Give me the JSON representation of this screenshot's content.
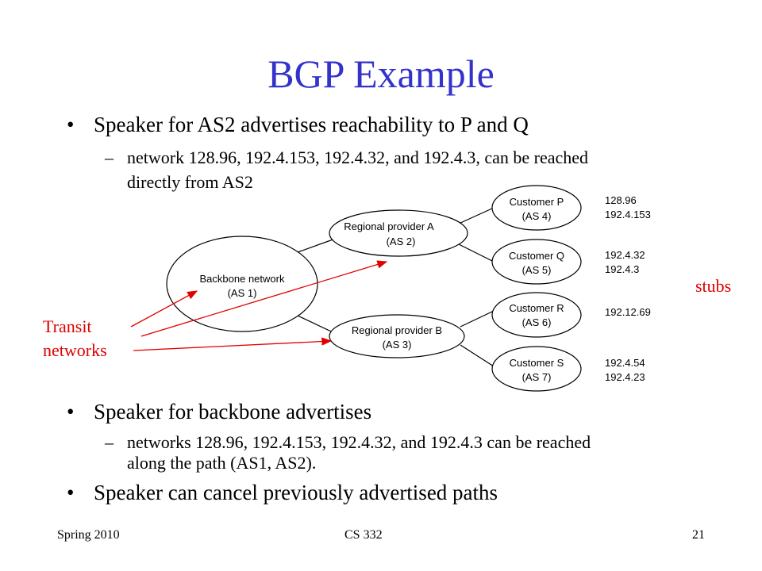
{
  "slide": {
    "title": "BGP Example",
    "bullets": {
      "b1": "Speaker for AS2 advertises reachability to P and Q",
      "s1_line1": "network 128.96, 192.4.153, 192.4.32, and 192.4.3, can be reached",
      "s1_line2": "directly from AS2",
      "b2": "Speaker for backbone advertises",
      "s2_line1": "networks 128.96, 192.4.153, 192.4.32, and 192.4.3 can be reached",
      "s2_line2": "along the path (AS1, AS2).",
      "b3": "Speaker can cancel previously advertised paths",
      "bullet_glyph": "•",
      "dash_glyph": "–"
    },
    "diagram": {
      "backbone": {
        "line1": "Backbone network",
        "line2": "(AS 1)"
      },
      "provider_a": {
        "line1": "Regional provider A",
        "line2": "(AS 2)"
      },
      "provider_b": {
        "line1": "Regional provider B",
        "line2": "(AS 3)"
      },
      "customer_p": {
        "line1": "Customer P",
        "line2": "(AS 4)"
      },
      "customer_q": {
        "line1": "Customer Q",
        "line2": "(AS 5)"
      },
      "customer_r": {
        "line1": "Customer R",
        "line2": "(AS 6)"
      },
      "customer_s": {
        "line1": "Customer S",
        "line2": "(AS 7)"
      },
      "nets_p": [
        "128.96",
        "192.4.153"
      ],
      "nets_q": [
        "192.4.32",
        "192.4.3"
      ],
      "nets_r": [
        "192.12.69"
      ],
      "nets_s": [
        "192.4.54",
        "192.4.23"
      ],
      "transit_line1": "Transit",
      "transit_line2": "networks",
      "stubs": "stubs",
      "arrow_color": "#e00000"
    },
    "footer": {
      "left": "Spring 2010",
      "center": "CS 332",
      "right": "21"
    }
  }
}
